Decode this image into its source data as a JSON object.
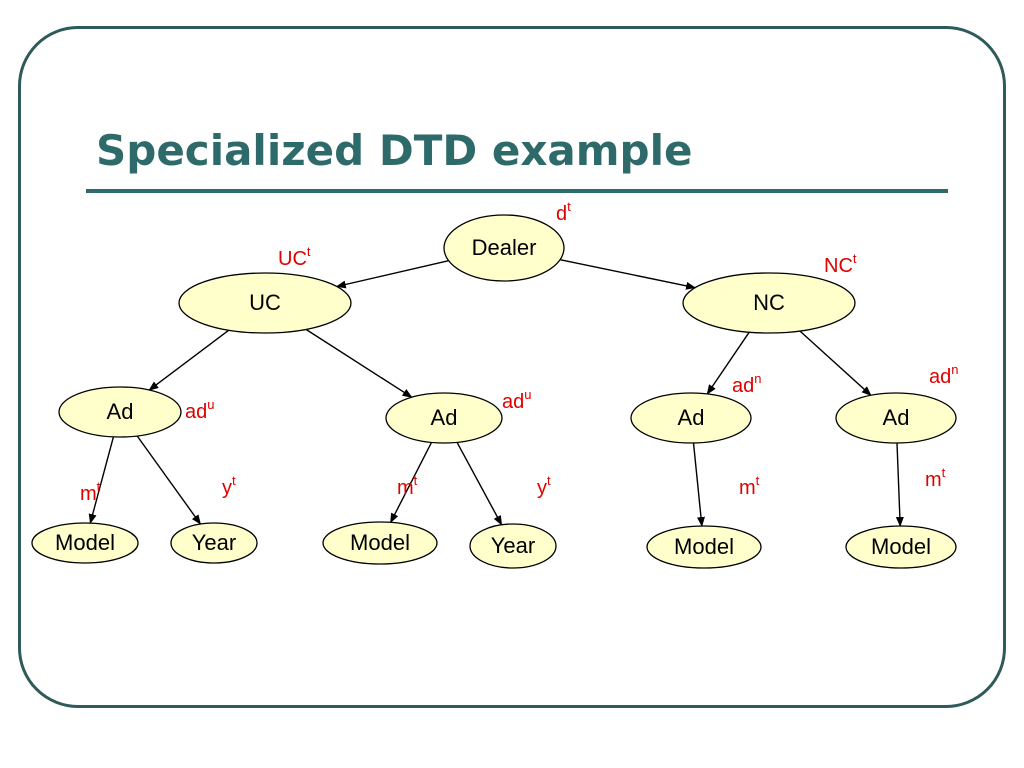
{
  "slide": {
    "title": "Specialized DTD example"
  },
  "colors": {
    "frame": "#2e5b5a",
    "title": "#2e6a6a",
    "node_fill": "#ffffcc",
    "type_label": "#e00000"
  },
  "tree": {
    "nodes": [
      {
        "id": "dealer",
        "label": "Dealer",
        "type_base": "d",
        "type_sup": "t"
      },
      {
        "id": "uc",
        "label": "UC",
        "type_base": "UC",
        "type_sup": "t"
      },
      {
        "id": "nc",
        "label": "NC",
        "type_base": "NC",
        "type_sup": "t"
      },
      {
        "id": "ad1",
        "label": "Ad",
        "type_base": "ad",
        "type_sup": "u"
      },
      {
        "id": "ad2",
        "label": "Ad",
        "type_base": "ad",
        "type_sup": "u"
      },
      {
        "id": "ad3",
        "label": "Ad",
        "type_base": "ad",
        "type_sup": "n"
      },
      {
        "id": "ad4",
        "label": "Ad",
        "type_base": "ad",
        "type_sup": "n"
      },
      {
        "id": "model1",
        "label": "Model",
        "type_base": "m",
        "type_sup": "t"
      },
      {
        "id": "year1",
        "label": "Year",
        "type_base": "y",
        "type_sup": "t"
      },
      {
        "id": "model2",
        "label": "Model",
        "type_base": "m",
        "type_sup": "t"
      },
      {
        "id": "year2",
        "label": "Year",
        "type_base": "y",
        "type_sup": "t"
      },
      {
        "id": "model3",
        "label": "Model",
        "type_base": "m",
        "type_sup": "t"
      },
      {
        "id": "model4",
        "label": "Model",
        "type_base": "m",
        "type_sup": "t"
      }
    ],
    "edges": [
      {
        "from": "dealer",
        "to": "uc"
      },
      {
        "from": "dealer",
        "to": "nc"
      },
      {
        "from": "uc",
        "to": "ad1"
      },
      {
        "from": "uc",
        "to": "ad2"
      },
      {
        "from": "nc",
        "to": "ad3"
      },
      {
        "from": "nc",
        "to": "ad4"
      },
      {
        "from": "ad1",
        "to": "model1"
      },
      {
        "from": "ad1",
        "to": "year1"
      },
      {
        "from": "ad2",
        "to": "model2"
      },
      {
        "from": "ad2",
        "to": "year2"
      },
      {
        "from": "ad3",
        "to": "model3"
      },
      {
        "from": "ad4",
        "to": "model4"
      }
    ]
  }
}
